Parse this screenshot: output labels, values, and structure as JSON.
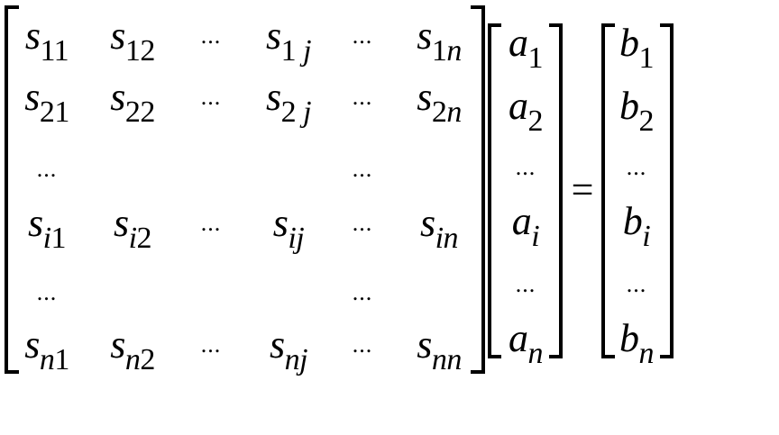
{
  "matrix_s": [
    [
      {
        "base": "s",
        "sub": [
          {
            "t": "11",
            "it": false
          }
        ]
      },
      {
        "base": "s",
        "sub": [
          {
            "t": "12",
            "it": false
          }
        ]
      },
      {
        "dots": "..."
      },
      {
        "base": "s",
        "sub": [
          {
            "t": "1",
            "it": false
          },
          {
            "t": " j",
            "it": true
          }
        ]
      },
      {
        "dots": "..."
      },
      {
        "base": "s",
        "sub": [
          {
            "t": "1",
            "it": false
          },
          {
            "t": "n",
            "it": true
          }
        ]
      }
    ],
    [
      {
        "base": "s",
        "sub": [
          {
            "t": "21",
            "it": false
          }
        ]
      },
      {
        "base": "s",
        "sub": [
          {
            "t": "22",
            "it": false
          }
        ]
      },
      {
        "dots": "..."
      },
      {
        "base": "s",
        "sub": [
          {
            "t": "2",
            "it": false
          },
          {
            "t": " j",
            "it": true
          }
        ]
      },
      {
        "dots": "..."
      },
      {
        "base": "s",
        "sub": [
          {
            "t": "2",
            "it": false
          },
          {
            "t": "n",
            "it": true
          }
        ]
      }
    ],
    [
      {
        "dots": "..."
      },
      null,
      null,
      null,
      {
        "dots": "..."
      },
      null
    ],
    [
      {
        "base": "s",
        "sub": [
          {
            "t": "i",
            "it": true
          },
          {
            "t": "1",
            "it": false
          }
        ]
      },
      {
        "base": "s",
        "sub": [
          {
            "t": "i",
            "it": true
          },
          {
            "t": "2",
            "it": false
          }
        ]
      },
      {
        "dots": "..."
      },
      {
        "base": "s",
        "sub": [
          {
            "t": "ij",
            "it": true
          }
        ]
      },
      {
        "dots": "..."
      },
      {
        "base": "s",
        "sub": [
          {
            "t": "in",
            "it": true
          }
        ]
      }
    ],
    [
      {
        "dots": "..."
      },
      null,
      null,
      null,
      {
        "dots": "..."
      },
      null
    ],
    [
      {
        "base": "s",
        "sub": [
          {
            "t": "n",
            "it": true
          },
          {
            "t": "1",
            "it": false
          }
        ]
      },
      {
        "base": "s",
        "sub": [
          {
            "t": "n",
            "it": true
          },
          {
            "t": "2",
            "it": false
          }
        ]
      },
      {
        "dots": "..."
      },
      {
        "base": "s",
        "sub": [
          {
            "t": "nj",
            "it": true
          }
        ]
      },
      {
        "dots": "..."
      },
      {
        "base": "s",
        "sub": [
          {
            "t": "nn",
            "it": true
          }
        ]
      }
    ]
  ],
  "vector_a": [
    {
      "base": "a",
      "sub": [
        {
          "t": "1",
          "it": false
        }
      ]
    },
    {
      "base": "a",
      "sub": [
        {
          "t": "2",
          "it": false
        }
      ]
    },
    {
      "dots": "..."
    },
    {
      "base": "a",
      "sub": [
        {
          "t": "i",
          "it": true
        }
      ]
    },
    {
      "dots": "..."
    },
    {
      "base": "a",
      "sub": [
        {
          "t": "n",
          "it": true
        }
      ]
    }
  ],
  "equals_sign": "=",
  "vector_b": [
    {
      "base": "b",
      "sub": [
        {
          "t": "1",
          "it": false
        }
      ]
    },
    {
      "base": "b",
      "sub": [
        {
          "t": "2",
          "it": false
        }
      ]
    },
    {
      "dots": "..."
    },
    {
      "base": "b",
      "sub": [
        {
          "t": "i",
          "it": true
        }
      ]
    },
    {
      "dots": "..."
    },
    {
      "base": "b",
      "sub": [
        {
          "t": "n",
          "it": true
        }
      ]
    }
  ]
}
